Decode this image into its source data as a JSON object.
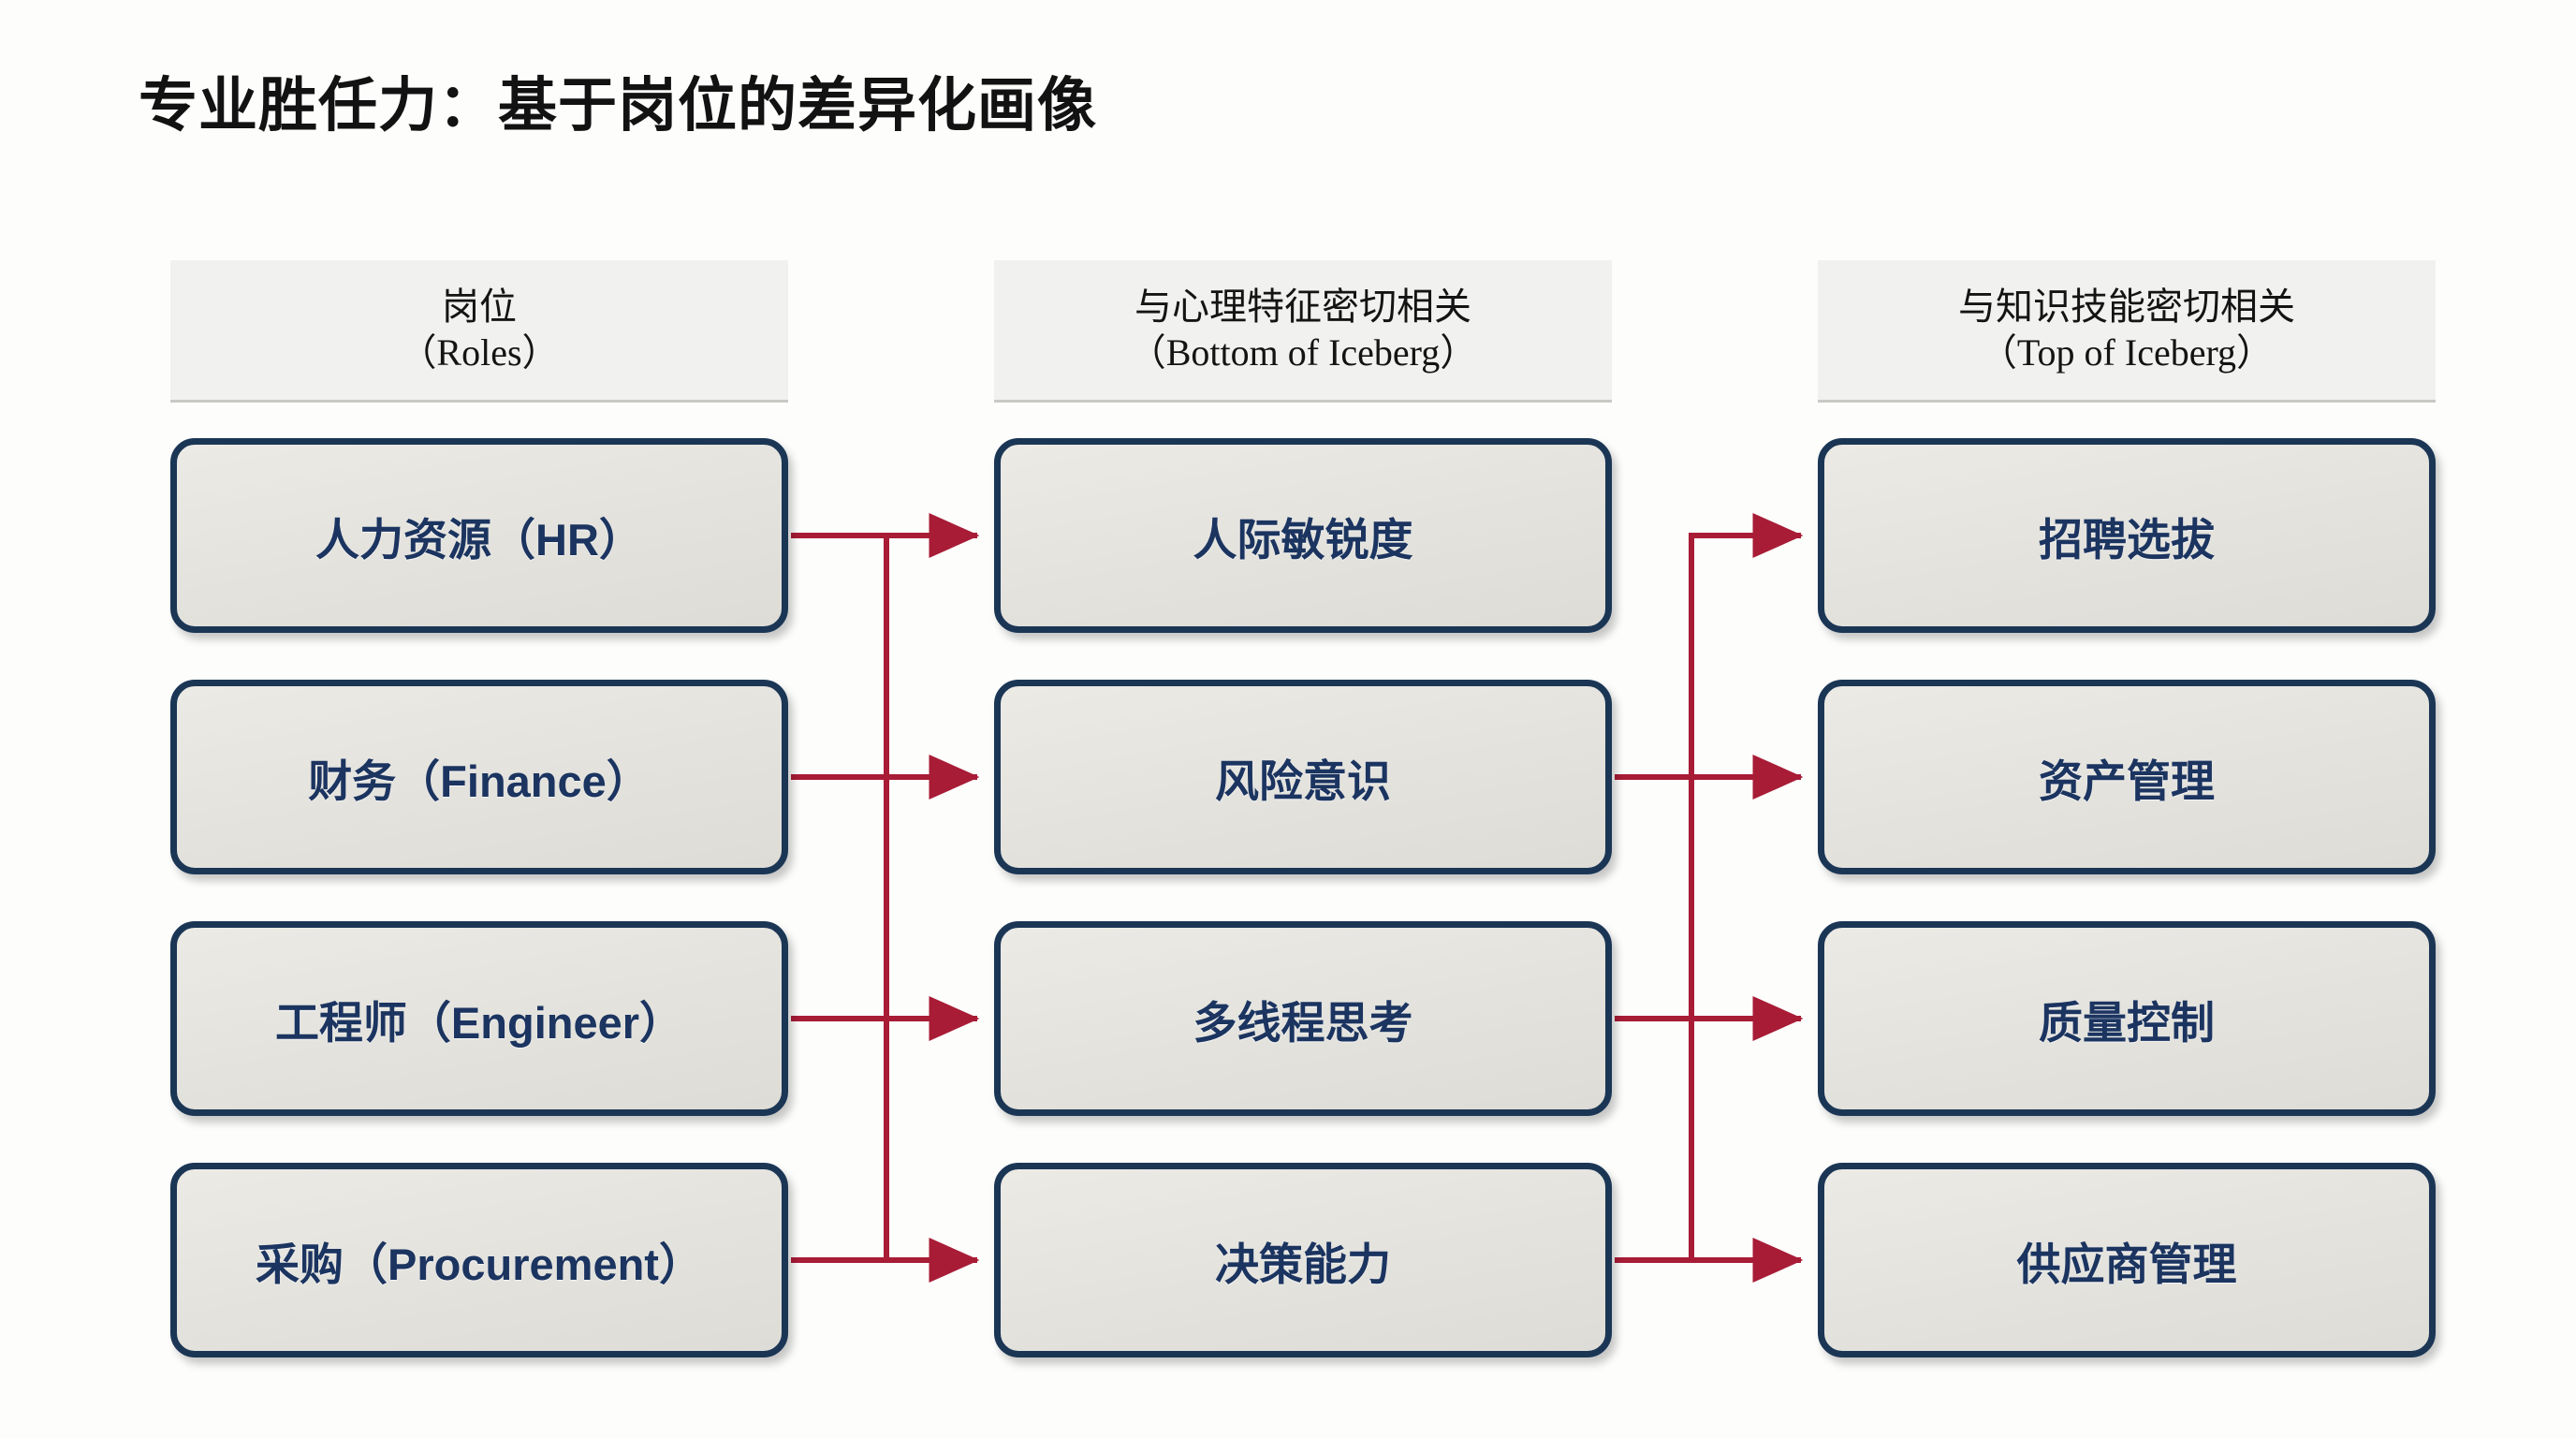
{
  "slide": {
    "title": "专业胜任力：基于岗位的差异化画像"
  },
  "columns": [
    {
      "id": "roles",
      "header_cn": "岗位",
      "header_en": "（Roles）",
      "items": [
        {
          "label": "人力资源（HR）"
        },
        {
          "label": "财务（Finance）"
        },
        {
          "label": "工程师（Engineer）"
        },
        {
          "label": "采购（Procurement）"
        }
      ]
    },
    {
      "id": "bottom-of-iceberg",
      "header_cn": "与心理特征密切相关",
      "header_en": "（Bottom of Iceberg）",
      "items": [
        {
          "label": "人际敏锐度"
        },
        {
          "label": "风险意识"
        },
        {
          "label": "多线程思考"
        },
        {
          "label": "决策能力"
        }
      ]
    },
    {
      "id": "top-of-iceberg",
      "header_cn": "与知识技能密切相关",
      "header_en": "（Top of Iceberg）",
      "items": [
        {
          "label": "招聘选拔"
        },
        {
          "label": "资产管理"
        },
        {
          "label": "质量控制"
        },
        {
          "label": "供应商管理"
        }
      ]
    }
  ],
  "colors": {
    "node_border": "#1b3655",
    "node_fill": "#e3e2dd",
    "node_text": "#1b3460",
    "connector": "#a81c36",
    "header_bg": "#f1f1ef",
    "title_text": "#121212",
    "background": "#fdfdfc"
  },
  "connectors": {
    "left_group": {
      "description": "horizontal lines from roles column joining a vertical trunk, then arrows into psychological-trait column",
      "arrow_count": 4
    },
    "right_group": {
      "description": "horizontal lines from psychological-trait column joining a vertical trunk, then arrows into knowledge-skill column",
      "arrow_count": 4
    }
  }
}
